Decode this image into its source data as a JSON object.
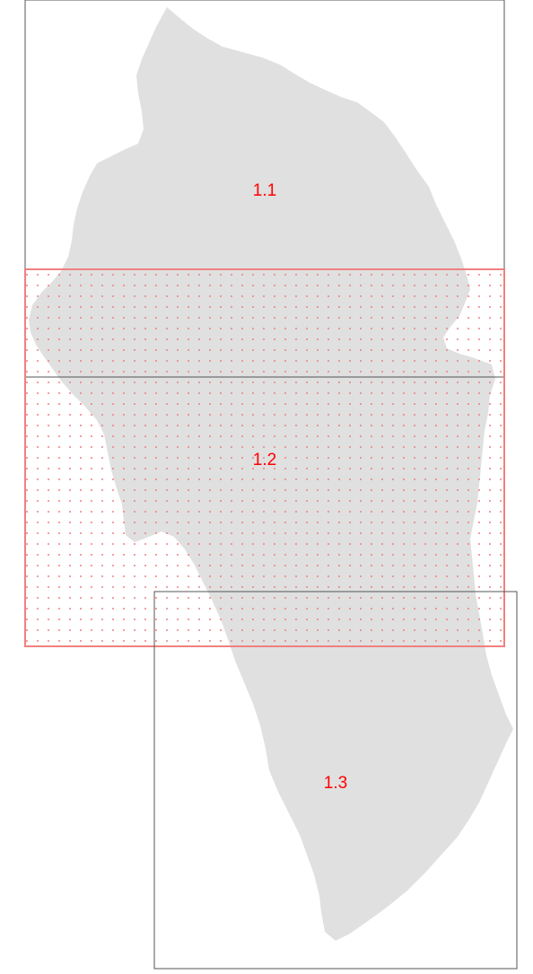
{
  "map": {
    "colors": {
      "background": "#ffffff",
      "land": "#e0e0e0",
      "tile_border": "#555555",
      "highlight": "#f08080",
      "label": "#ff0000"
    },
    "tiles": [
      {
        "id": "1.1",
        "label": "1.1",
        "highlighted": false
      },
      {
        "id": "1.2",
        "label": "1.2",
        "highlighted": true
      },
      {
        "id": "1.3",
        "label": "1.3",
        "highlighted": false
      }
    ]
  }
}
